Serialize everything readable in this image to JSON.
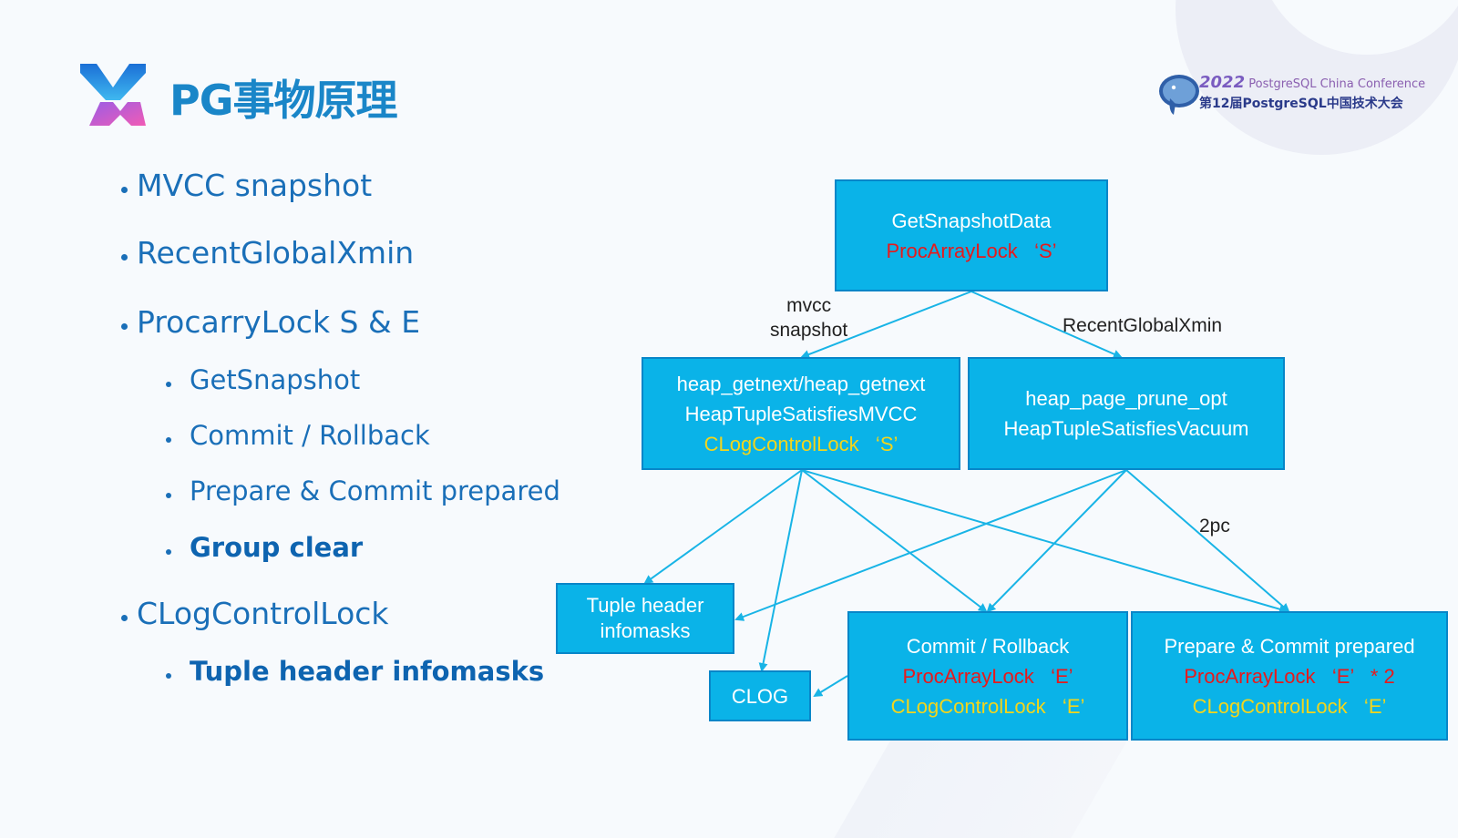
{
  "title": "PG事物原理",
  "conference": {
    "year": "2022",
    "name": "PostgreSQL China Conference",
    "subtitle": "第12届PostgreSQL中国技术大会"
  },
  "bullets": [
    {
      "text": "MVCC snapshot",
      "level": 1,
      "bold": false
    },
    {
      "text": "RecentGlobalXmin",
      "level": 1,
      "bold": false
    },
    {
      "text": "ProcarryLock S & E",
      "level": 1,
      "bold": false
    },
    {
      "text": "GetSnapshot",
      "level": 2,
      "bold": false
    },
    {
      "text": "Commit / Rollback",
      "level": 2,
      "bold": false
    },
    {
      "text": "Prepare & Commit prepared",
      "level": 2,
      "bold": false
    },
    {
      "text": "Group clear",
      "level": 2,
      "bold": true
    },
    {
      "text": "CLogControlLock",
      "level": 1,
      "bold": false
    },
    {
      "text": "Tuple header infomasks",
      "level": 2,
      "bold": true
    }
  ],
  "diagram": {
    "nodes": {
      "get_snapshot": {
        "line1": "GetSnapshotData",
        "line2": "ProcArrayLock   ‘S’"
      },
      "heap_getnext": {
        "line1": "heap_getnext/heap_getnext",
        "line2": "HeapTupleSatisfiesMVCC",
        "line3": "CLogControlLock   ‘S’"
      },
      "heap_prune": {
        "line1": "heap_page_prune_opt",
        "line2": "HeapTupleSatisfiesVacuum"
      },
      "tuple_header": {
        "line1": "Tuple header",
        "line2": "infomasks"
      },
      "clog": {
        "line1": "CLOG"
      },
      "commit_rollback": {
        "line1": "Commit / Rollback",
        "line2": "ProcArrayLock   ‘E’",
        "line3": "CLogControlLock   ‘E’"
      },
      "prepare_commit": {
        "line1": "Prepare & Commit prepared",
        "line2": "ProcArrayLock   ‘E’   * 2",
        "line3": "CLogControlLock   ‘E’"
      }
    },
    "edge_labels": {
      "mvcc_1": "mvcc",
      "mvcc_2": "snapshot",
      "recent": "RecentGlobalXmin",
      "twopc": "2pc"
    },
    "colors": {
      "node_fill": "#0ab3e8",
      "edge": "#18b4e6",
      "lock_shared_red": "#e8191b",
      "clog_lock_yellow": "#f3d51c"
    }
  }
}
